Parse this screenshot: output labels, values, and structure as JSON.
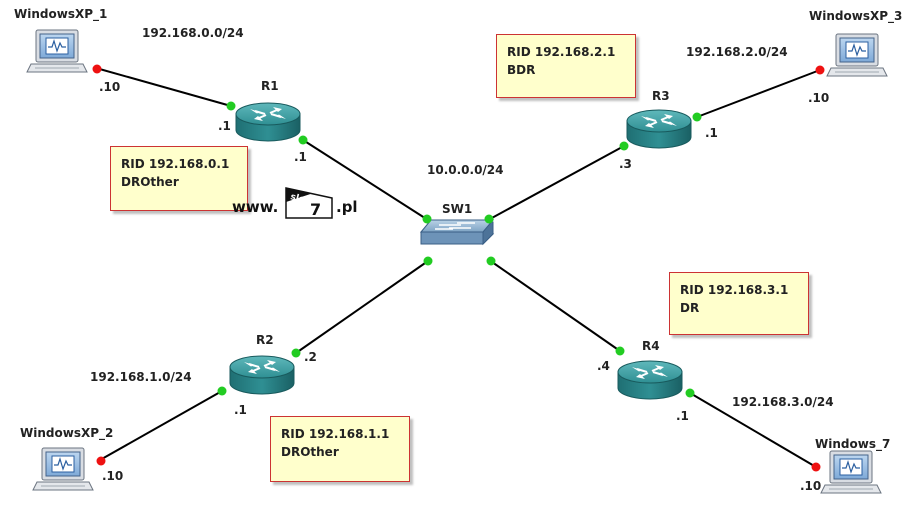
{
  "nodes": {
    "winxp1": {
      "name": "WindowsXP_1"
    },
    "winxp2": {
      "name": "WindowsXP_2"
    },
    "winxp3": {
      "name": "WindowsXP_3"
    },
    "win7": {
      "name": "Windows_7"
    },
    "r1": {
      "name": "R1"
    },
    "r2": {
      "name": "R2"
    },
    "r3": {
      "name": "R3"
    },
    "r4": {
      "name": "R4"
    },
    "sw1": {
      "name": "SW1"
    }
  },
  "networks": {
    "net0": "192.168.0.0/24",
    "net1": "192.168.1.0/24",
    "net2": "192.168.2.0/24",
    "net3": "192.168.3.0/24",
    "core": "10.0.0.0/24"
  },
  "interfaces": {
    "winxp1": ".10",
    "r1_lan": ".1",
    "r1_core": ".1",
    "winxp2": ".10",
    "r2_lan": ".1",
    "r2_core": ".2",
    "winxp3": ".10",
    "r3_lan": ".1",
    "r3_core": ".3",
    "win7": ".10",
    "r4_lan": ".1",
    "r4_core": ".4"
  },
  "notes": {
    "r1": {
      "rid": "RID 192.168.0.1",
      "role": "DROther"
    },
    "r2": {
      "rid": "RID 192.168.1.1",
      "role": "DROther"
    },
    "r3": {
      "rid": "RID 192.168.2.1",
      "role": "BDR"
    },
    "r4": {
      "rid": "RID 192.168.3.1",
      "role": "DR"
    }
  },
  "watermark": {
    "prefix": "www.",
    "box_top": "slow",
    "box_num": "7",
    "suffix": ".pl"
  },
  "colors": {
    "link": "#000000",
    "port_up": "#22cc22",
    "port_down": "#ee1111",
    "router": "#2f8f93",
    "note_bg": "#ffffcc",
    "note_border": "#cc3333"
  }
}
